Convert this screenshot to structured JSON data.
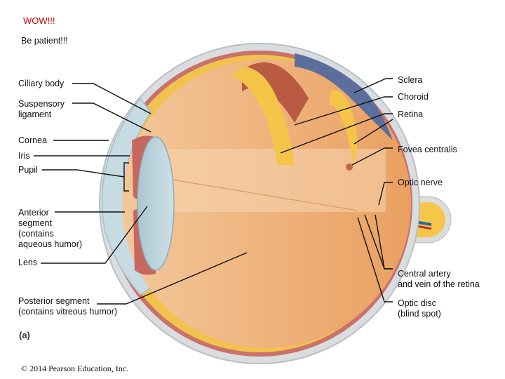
{
  "header": {
    "title": "WOW!!!",
    "subtitle": "Be patient!!!"
  },
  "labels": {
    "ciliary_body": "Ciliary body",
    "suspensory_ligament": "Suspensory\nligament",
    "cornea": "Cornea",
    "iris": "Iris",
    "pupil": "Pupil",
    "anterior_segment": "Anterior\nsegment\n(contains\naqueous humor)",
    "lens": "Lens",
    "posterior_segment": "Posterior segment\n(contains vitreous humor)",
    "sclera": "Sclera",
    "choroid": "Choroid",
    "retina": "Retina",
    "fovea_centralis": "Fovea centralis",
    "optic_nerve": "Optic nerve",
    "central_artery": "Central artery\nand vein of the retina",
    "optic_disc": "Optic disc\n(blind spot)"
  },
  "panel_label": "(a)",
  "footer": {
    "copyright": "© 2014 Pearson Education, Inc."
  }
}
